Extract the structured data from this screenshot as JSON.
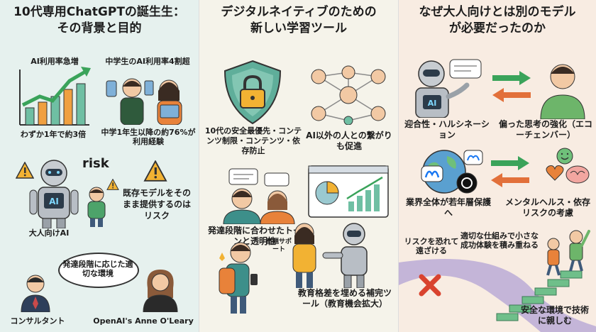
{
  "columns": [
    {
      "title": "10代専用ChatGPTの誕生生：その背景と目的",
      "labels": {
        "ai_surge": "AI利用率急増",
        "tripled": "わずか1年で約3倍",
        "jhs_rate": "中学生のAI利用率4割超",
        "jhs_76": "中学1年生以降の約76%が利用経験",
        "risk": "risk",
        "adult_ai": "大人向けAI",
        "existing_model": "既存モデルをそのまま提供するのはリスク",
        "speech": "発達段階に応じた適切な環境",
        "consultant": "コンサルタント",
        "openai_person": "OpenAI's Anne O'Leary"
      }
    },
    {
      "title": "デジタルネイティブのための新しい学習ツール",
      "labels": {
        "safety": "10代の安全最優先・コンテンツ制限・コンテンツ・依存防止",
        "connections": "AI以外の人との繋がりも促進",
        "transparency": "発達段階に合わせたトーンと透明性",
        "homework_support": "宿題サポート",
        "education_gap": "教育格差を埋める補完ツール（教育機会拡大）"
      }
    },
    {
      "title": "なぜ大人向けとは別のモデルが必要だったのか",
      "labels": {
        "ai_chip": "AI",
        "sycophancy": "迎合性・ハルシネーション",
        "echo": "偏った思考の強化（エコーチェンバー）",
        "industry": "業界全体が若年層保護へ",
        "mental": "メンタルヘルス・依存リスクの考慮",
        "fear_avoid": "リスクを恐れて遠ざける",
        "small_success": "適切な仕組みで小さな成功体験を積み重ねる",
        "safe_env": "安全な環境で技術に親しむ"
      }
    }
  ],
  "colors": {
    "col1_bg": "#e6f1ee",
    "col2_bg": "#f5f3ea",
    "col3_bg": "#f8ece2",
    "green": "#3aa35a",
    "orange": "#e2703a",
    "teal": "#3d8f8a",
    "warning": "#f2b233"
  }
}
